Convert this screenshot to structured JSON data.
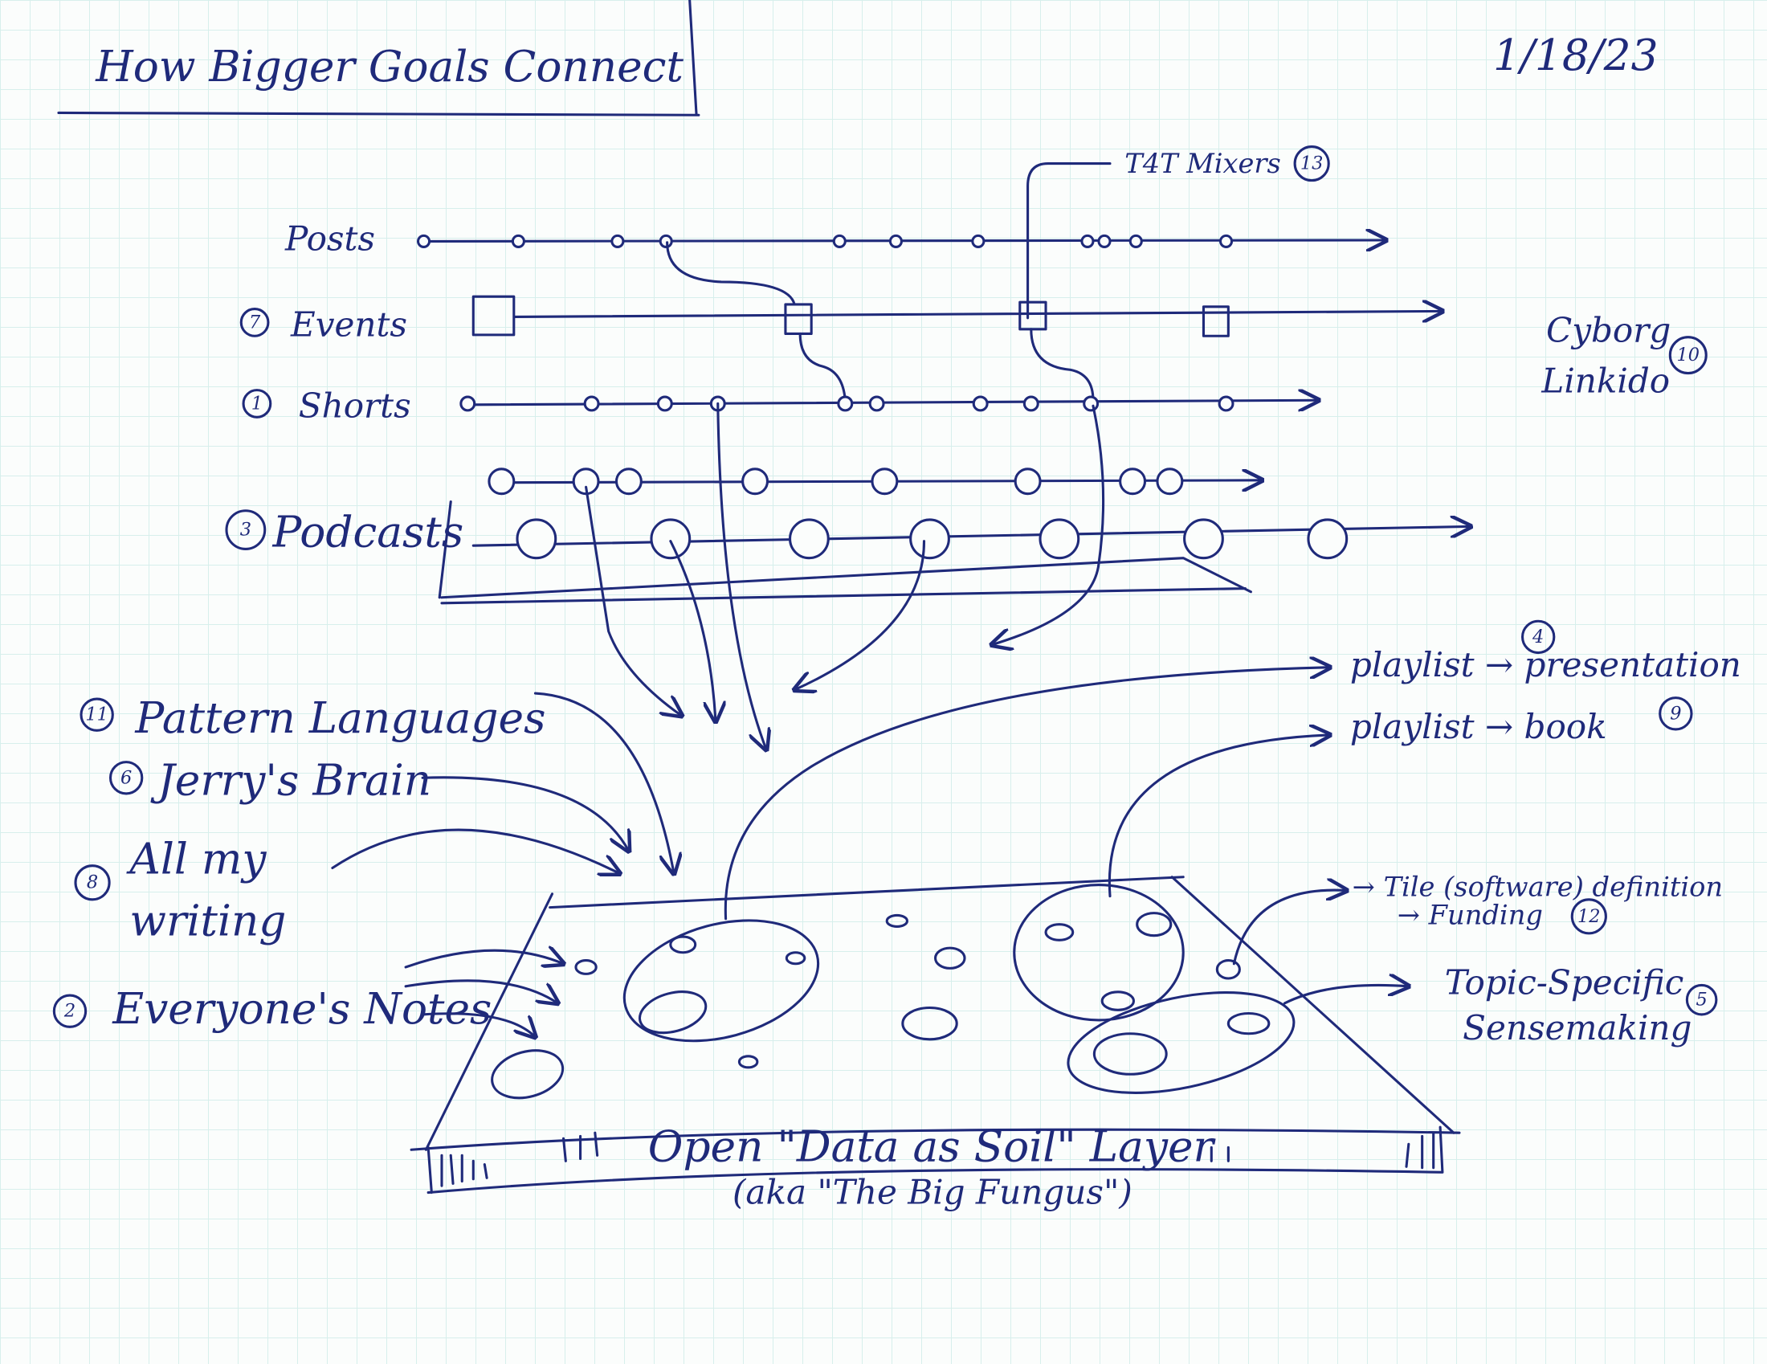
{
  "title": "How Bigger Goals Connect",
  "date": "1/18/23",
  "streams": {
    "posts": "Posts",
    "events": {
      "label": "Events",
      "num": "7"
    },
    "shorts": {
      "label": "Shorts",
      "num": "1"
    },
    "podcasts": {
      "label": "Podcasts",
      "num": "3"
    },
    "t4t": {
      "label": "T4T Mixers",
      "num": "13"
    }
  },
  "sources": {
    "pattern_languages": {
      "label": "Pattern Languages",
      "num": "11"
    },
    "jerrys_brain": {
      "label": "Jerry's Brain",
      "num": "6"
    },
    "all_my_writing": {
      "line1": "All my",
      "line2": "writing",
      "num": "8"
    },
    "everyones_notes": {
      "label": "Everyone's Notes",
      "num": "2"
    }
  },
  "outputs": {
    "playlist_presentation": {
      "label": "playlist → presentation",
      "num": "4"
    },
    "playlist_book": {
      "label": "playlist → book",
      "num": "9"
    },
    "cyborg_linkido": {
      "line1": "Cyborg",
      "line2": "Linkido",
      "num": "10"
    },
    "tile_definition": {
      "line1": "→ Tile (software) definition",
      "line2": "→ Funding",
      "num": "12"
    },
    "topic_sensemaking": {
      "line1": "Topic-Specific",
      "line2": "Sensemaking",
      "num": "5"
    }
  },
  "soil_layer": {
    "label": "Open \"Data as Soil\" Layer",
    "subtitle": "(aka \"The Big Fungus\")"
  },
  "colors": {
    "ink": "#1f2a7a",
    "grid": "#d7efec",
    "paper": "#fbfdfc"
  }
}
